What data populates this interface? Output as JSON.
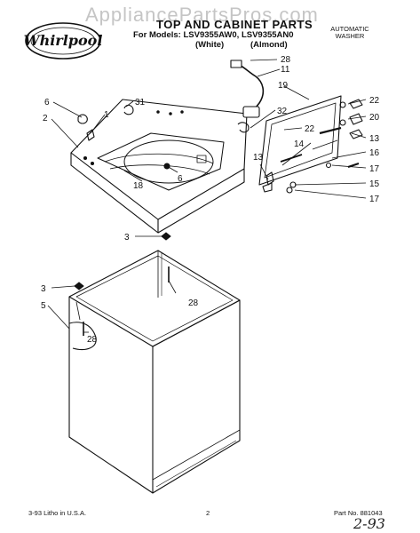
{
  "header": {
    "watermark": "AppliancePartsPros.com",
    "title": "TOP AND CABINET PARTS",
    "models_line": "For Models: LSV9355AW0, LSV9355AN0",
    "color_white": "(White)",
    "color_almond": "(Almond)",
    "product_type_line1": "AUTOMATIC",
    "product_type_line2": "WASHER",
    "brand_logo_text": "Whirlpool"
  },
  "callouts": [
    "28",
    "11",
    "19",
    "22",
    "20",
    "13",
    "16",
    "17",
    "15",
    "17",
    "32",
    "22",
    "14",
    "13",
    "6",
    "31",
    "1",
    "2",
    "6",
    "18",
    "3",
    "28",
    "3",
    "5",
    "28"
  ],
  "footer": {
    "litho": "3-93 Litho in U.S.A.",
    "page_number": "2",
    "part_number": "Part No. 881043",
    "handwritten_date": "2-93"
  }
}
